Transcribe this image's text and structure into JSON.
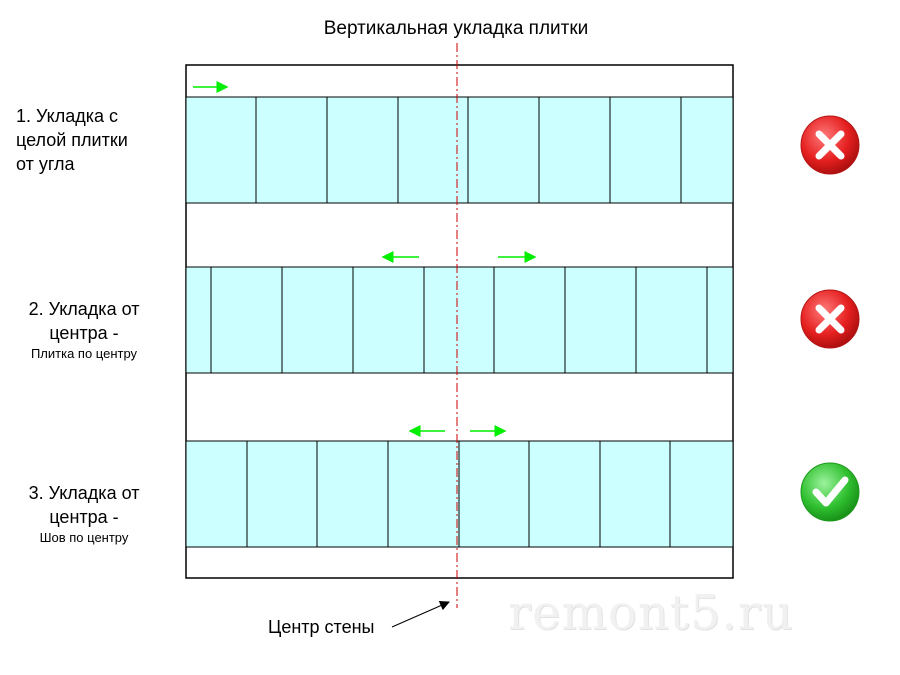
{
  "title": "Вертикальная укладка плитки",
  "rows": [
    {
      "line1": "1. Укладка с",
      "line2": "целой плитки",
      "line3": "от угла",
      "sub": "",
      "verdict": "wrong"
    },
    {
      "line1": "2. Укладка от",
      "line2": "центра -",
      "line3": "",
      "sub": "Плитка по центру",
      "verdict": "wrong"
    },
    {
      "line1": "3. Укладка от",
      "line2": "центра -",
      "line3": "",
      "sub": "Шов по центру",
      "verdict": "correct"
    }
  ],
  "center_label": "Центр стены",
  "watermark": "remont5.ru",
  "colors": {
    "tile": "#ccffff",
    "arrow": "#00ee00",
    "centerline": "#cc0000",
    "wrong": "#e52020",
    "correct": "#30c030"
  },
  "icons": {
    "wrong": "cross-icon",
    "correct": "check-icon"
  }
}
